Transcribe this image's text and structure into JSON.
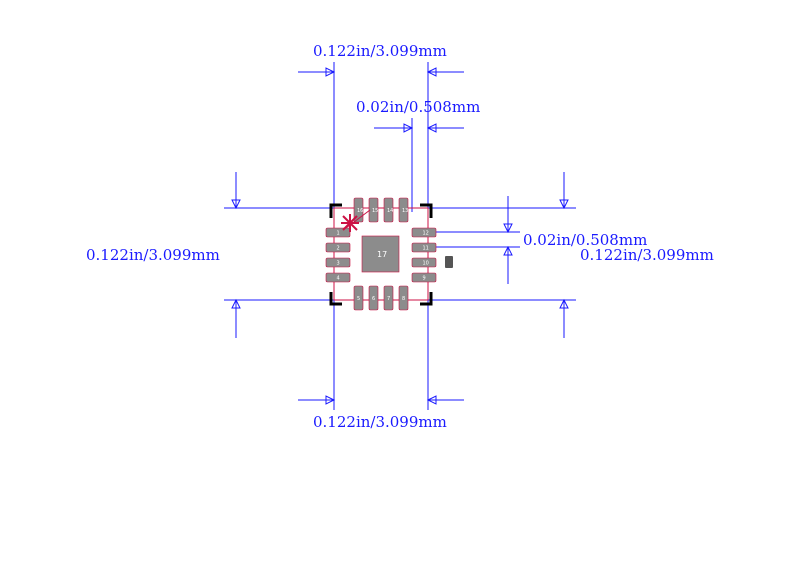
{
  "colors": {
    "dimension": "#1a1aff",
    "pad": "#8c8c8c",
    "outline": "#cc1144",
    "corner": "#000000",
    "background": "#ffffff"
  },
  "dimensions": {
    "top_width": "0.122in/3.099mm",
    "pad_pitch_top": "0.02in/0.508mm",
    "left_height": "0.122in/3.099mm",
    "right_pitch": "0.02in/0.508mm",
    "right_height": "0.122in/3.099mm",
    "bottom_width": "0.122in/3.099mm"
  },
  "pads": {
    "left": [
      "1",
      "2",
      "3",
      "4"
    ],
    "bottom": [
      "5",
      "6",
      "7",
      "8"
    ],
    "right": [
      "9",
      "10",
      "11",
      "12"
    ],
    "top": [
      "13",
      "14",
      "15",
      "16"
    ],
    "exposed": "17"
  },
  "icons": {
    "pin1_marker": "asterisk-icon"
  }
}
